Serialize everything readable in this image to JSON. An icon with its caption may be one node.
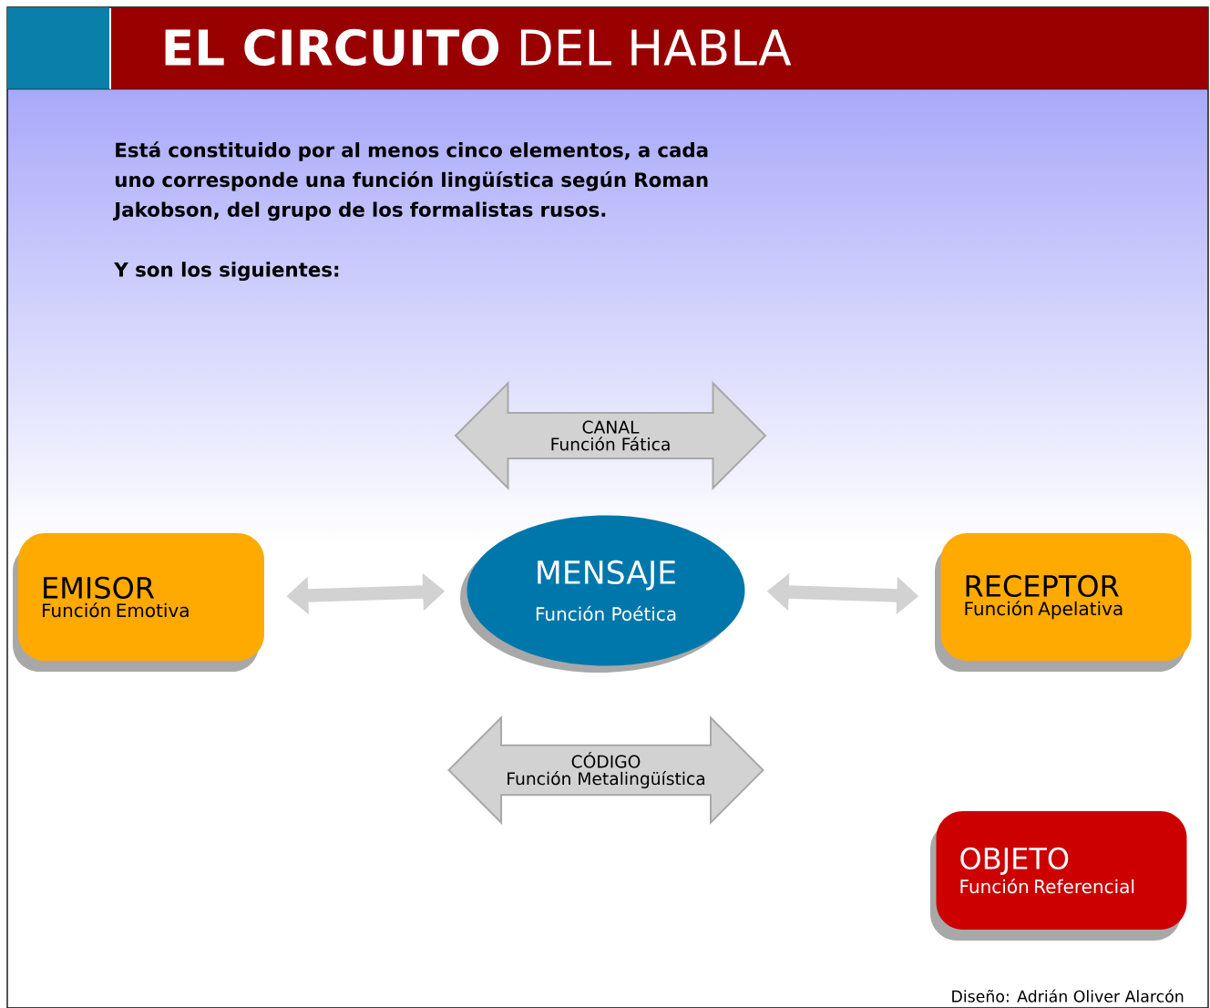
{
  "diagram": {
    "title": "**EL CIRCUITO** DEL HABLA",
    "nodes": [
      {
        "text": [
          "CANAL",
          "Función Fática"
        ]
      },
      {
        "text": [
          "EMISOR",
          "Función Emotiva"
        ]
      },
      {
        "text": [
          "MENSAJE",
          "Función Poética"
        ]
      },
      {
        "text": [
          "RECEPTOR",
          "Función Apelativa"
        ]
      },
      {
        "text": [
          "CÓDIGO",
          "Función Metalingüística"
        ]
      },
      {
        "text": [
          "OBJETO",
          "Función Referencial"
        ]
      }
    ],
    "edges": [
      {
        "from": 1,
        "to": 2,
        "arrow": "both"
      },
      {
        "from": 2,
        "to": 3,
        "arrow": "both"
      }
    ],
    "labels": [
      "Está constituido por al menos cinco elementos, a cada uno corresponde una función lingüística según Roman Jakobson, del grupo de los formalistas rusos.",
      "Y son los siguientes:",
      "Diseño: Adrián Oliver Alarcón"
    ]
  }
}
